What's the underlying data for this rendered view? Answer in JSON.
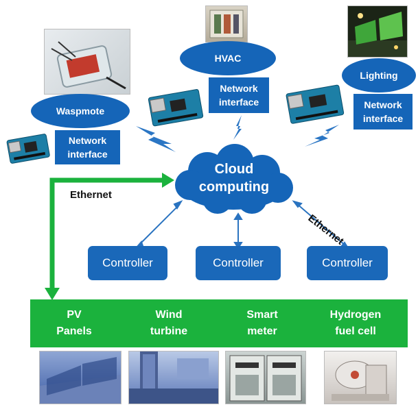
{
  "devices": {
    "waspmote": {
      "title": "Waspmote",
      "net": "Network interface"
    },
    "hvac": {
      "title": "HVAC",
      "net": "Network interface"
    },
    "lighting": {
      "title": "Lighting",
      "net": "Network interface"
    }
  },
  "cloud": {
    "label": "Cloud computing"
  },
  "links": {
    "ethernet_left": "Ethernet",
    "ethernet_right": "Ethernet"
  },
  "controllers": [
    "Controller",
    "Controller",
    "Controller"
  ],
  "energy": {
    "pv": "PV Panels",
    "wind": "Wind turbine",
    "smart": "Smart meter",
    "hydrogen": "Hydrogen fuel cell"
  },
  "colors": {
    "blue": "#1565b8",
    "green": "#1bb23d",
    "arrow_blue": "#2a73c0"
  }
}
